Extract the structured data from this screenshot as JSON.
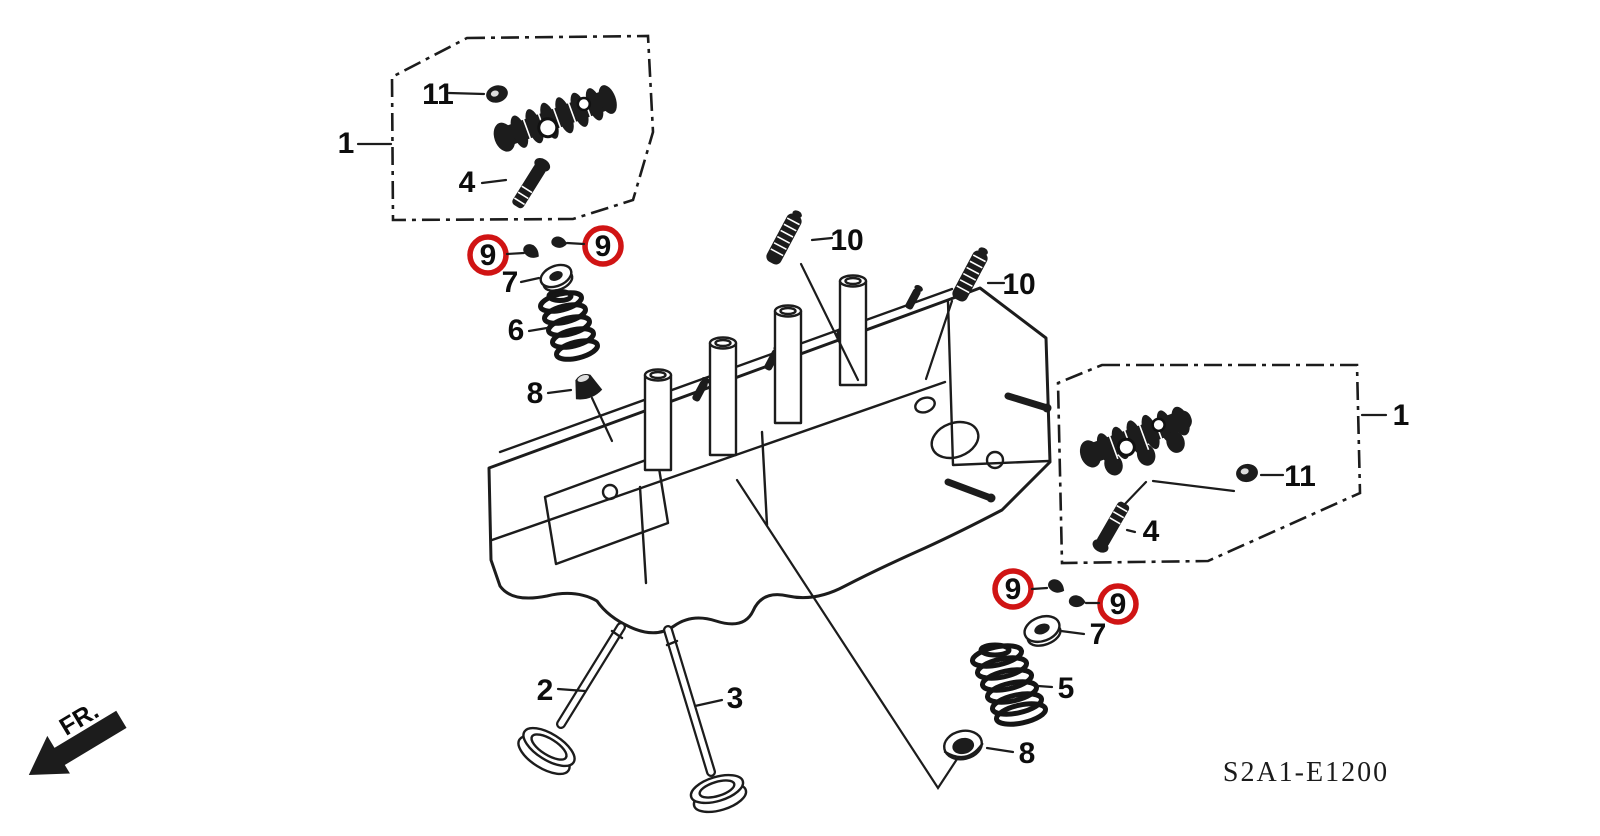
{
  "diagram": {
    "code": "S2A1-E1200",
    "direction_label": "FR.",
    "background_color": "#ffffff",
    "line_color": "#1c1c1c",
    "highlight_color": "#d01414"
  },
  "callouts": {
    "left_assembly_box": {
      "label": "1",
      "circled": false
    },
    "left_cap_nut": {
      "label": "11",
      "circled": false
    },
    "left_bolt": {
      "label": "4",
      "circled": false
    },
    "left_keeper_a": {
      "label": "9",
      "circled": true
    },
    "left_keeper_b": {
      "label": "9",
      "circled": true
    },
    "left_retainer": {
      "label": "7",
      "circled": false
    },
    "left_spring": {
      "label": "6",
      "circled": false
    },
    "left_seal": {
      "label": "8",
      "circled": false
    },
    "stud_front": {
      "label": "10",
      "circled": false
    },
    "stud_rear": {
      "label": "10",
      "circled": false
    },
    "valve_left": {
      "label": "2",
      "circled": false
    },
    "valve_right": {
      "label": "3",
      "circled": false
    },
    "right_assembly_box": {
      "label": "1",
      "circled": false
    },
    "right_cap_nut": {
      "label": "11",
      "circled": false
    },
    "right_bolt": {
      "label": "4",
      "circled": false
    },
    "right_keeper_a": {
      "label": "9",
      "circled": true
    },
    "right_keeper_b": {
      "label": "9",
      "circled": true
    },
    "right_retainer": {
      "label": "7",
      "circled": false
    },
    "right_spring": {
      "label": "5",
      "circled": false
    },
    "right_seal": {
      "label": "8",
      "circled": false
    }
  }
}
